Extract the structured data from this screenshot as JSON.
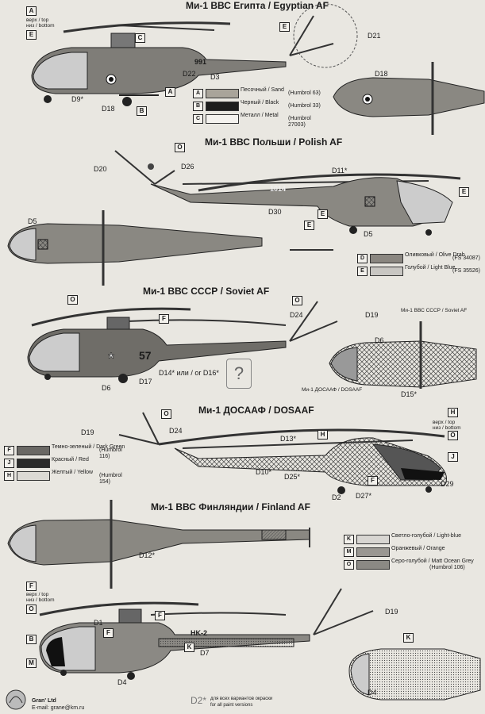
{
  "titles": {
    "egypt": "Ми-1 ВВС Египта / Egyptian AF",
    "poland": "Ми-1 ВВС Польши / Polish AF",
    "ussr": "Ми-1 ВВС СССР / Soviet AF",
    "dosaaf": "Ми-1 ДОСААФ / DOSAAF",
    "finland": "Ми-1 ВВС Финляндии / Finland AF"
  },
  "view_keys": {
    "top": "верх / top",
    "bottom": "низ / bottom"
  },
  "labels": {
    "A": "A",
    "B": "B",
    "C": "C",
    "D": "D",
    "E": "E",
    "F": "F",
    "H": "H",
    "J": "J",
    "K": "K",
    "M": "M",
    "O": "O",
    "D1": "D1",
    "D2": "D2",
    "D3": "D3",
    "D4": "D4",
    "D5": "D5",
    "D6": "D6",
    "D7": "D7",
    "D9": "D9*",
    "D10": "D10*",
    "D11": "D11*",
    "D12": "D12*",
    "D13": "D13*",
    "D14": "D14* или / or D16*",
    "D15": "D15*",
    "D17": "D17",
    "D18": "D18",
    "D19": "D19",
    "D20": "D20",
    "D21": "D21",
    "D22": "D22",
    "D24": "D24",
    "D25": "D25*",
    "D26": "D26",
    "D27": "D27*",
    "D29": "D29",
    "D30": "D30"
  },
  "markings": {
    "egypt_serial": "991",
    "poland_serial": "1014",
    "ussr_serial": "57",
    "finland_serial": "HK-2",
    "ussr_top_note": "Ми-1 ВВС СССР / Soviet AF",
    "dosaaf_note": "Ми-1 ДОСААФ / DOSAAF",
    "question": "?"
  },
  "legend_egypt": [
    {
      "key": "A",
      "name": "Песочный / Sand",
      "code": "(Humbrol 63)",
      "color": "#a9a49a"
    },
    {
      "key": "B",
      "name": "Черный / Black",
      "code": "(Humbrol 33)",
      "color": "#1d1d1d"
    },
    {
      "key": "C",
      "name": "Металл / Metal",
      "code": "(Humbrol 27003)",
      "color": "#f4f2ee"
    }
  ],
  "legend_poland": [
    {
      "key": "D",
      "name": "Оливковый / Olive Drab",
      "code": "(FS 34087)",
      "color": "#8a8680"
    },
    {
      "key": "E",
      "name": "Голубой / Light Blue",
      "code": "(FS 35526)",
      "color": "#c8c6c2"
    }
  ],
  "legend_dosaaf": [
    {
      "key": "F",
      "name": "Темно-зеленый / Dark Green",
      "code": "(Humbrol 116)",
      "color": "#6a6864"
    },
    {
      "key": "J",
      "name": "Красный / Red",
      "code": "",
      "color": "#2a2a2a"
    },
    {
      "key": "H",
      "name": "Желтый / Yellow",
      "code": "(Humbrol 154)",
      "color": "#dcdad4"
    }
  ],
  "legend_finland": [
    {
      "key": "K",
      "name": "Светло-голубой / Light-blue",
      "code": "",
      "color": "#d8d6d2"
    },
    {
      "key": "M",
      "name": "Оранжевый / Orange",
      "code": "",
      "color": "#9a9792"
    },
    {
      "key": "O",
      "name": "Серо-голубой / Matt Ocean Grey",
      "code": "(Humbrol 106)",
      "color": "#8b8984"
    }
  ],
  "footer": {
    "company": "Gran' Ltd",
    "email": "E-mail: grane@km.ru",
    "d2_mark": "D2*",
    "d2_note_ru": "для всех вариантов окраски",
    "d2_note_en": "for all paint versions"
  }
}
